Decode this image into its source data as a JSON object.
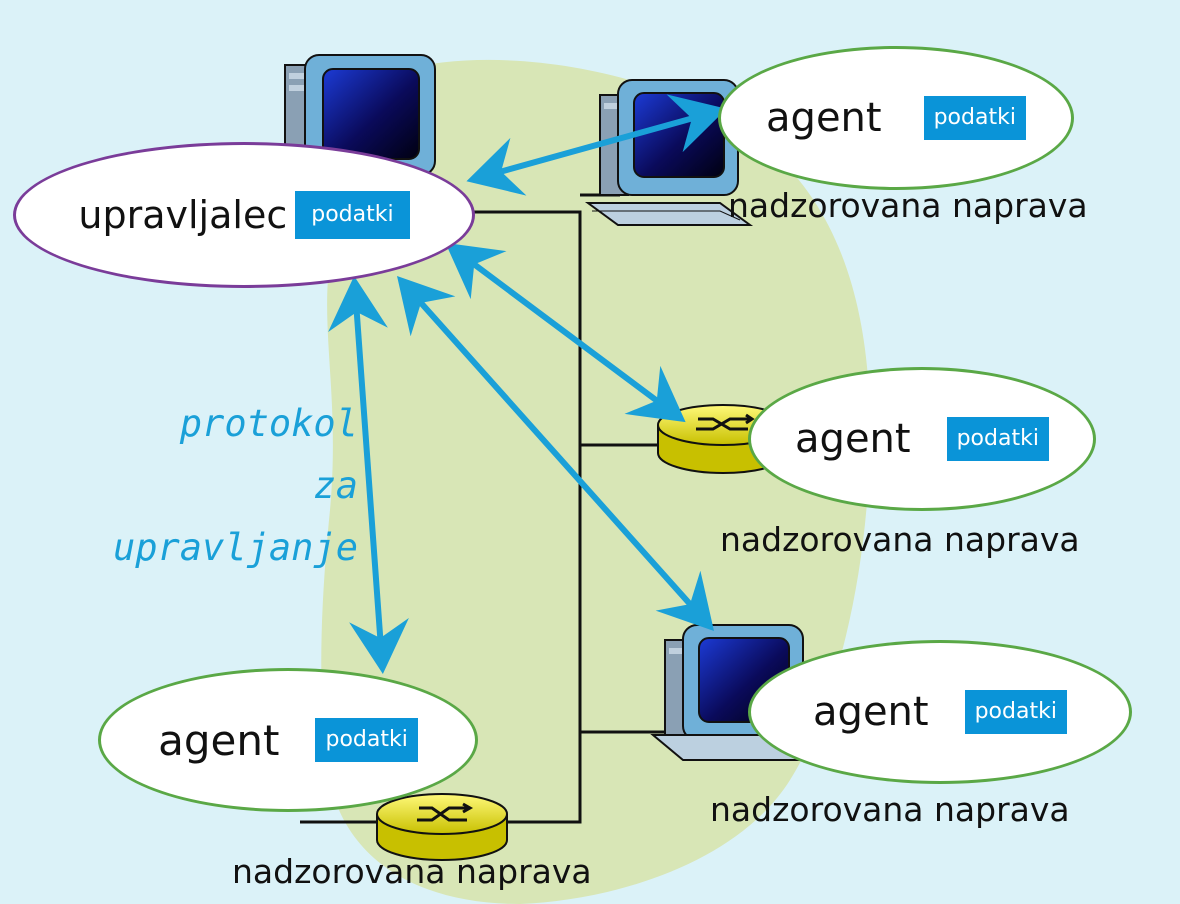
{
  "manager": {
    "label": "upravljalec",
    "data_label": "podatki"
  },
  "protocol_label": {
    "line1": "protokol",
    "line2": "za",
    "line3": "upravljanje"
  },
  "devices": [
    {
      "agent_label": "agent",
      "data_label": "podatki",
      "caption": "nadzorovana naprava",
      "device_icon": "computer-icon"
    },
    {
      "agent_label": "agent",
      "data_label": "podatki",
      "caption": "nadzorovana naprava",
      "device_icon": "router-icon"
    },
    {
      "agent_label": "agent",
      "data_label": "podatki",
      "caption": "nadzorovana naprava",
      "device_icon": "computer-icon"
    },
    {
      "agent_label": "agent",
      "data_label": "podatki",
      "caption": "nadzorovana naprava",
      "device_icon": "router-icon"
    }
  ],
  "colors": {
    "background": "#dbf2f8",
    "network_blob": "#d8e6b6",
    "arrow": "#1aa0d8",
    "agent_border": "#5aa846",
    "manager_border": "#7a3c99",
    "data_box": "#0a94d8",
    "router": "#e8e000"
  }
}
